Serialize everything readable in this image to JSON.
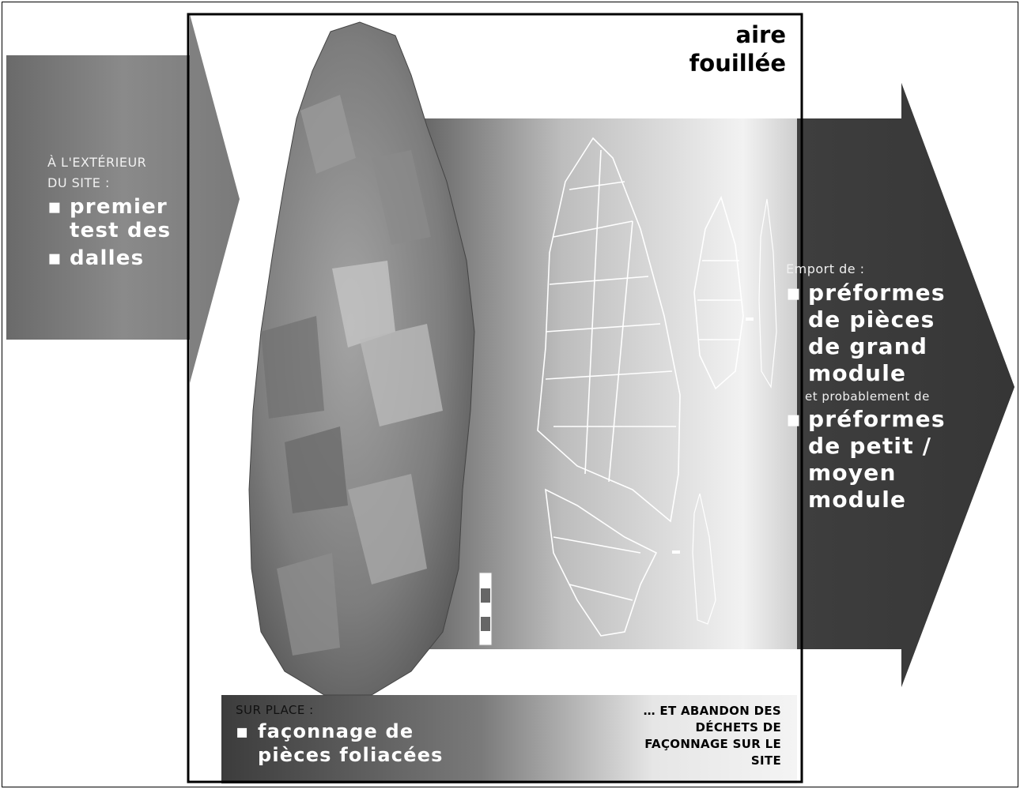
{
  "left_panel": {
    "heading_line1": "À L'EXTÉRIEUR",
    "heading_line2": "DU SITE :",
    "items": [
      "premier test des",
      "dalles"
    ],
    "item0_line1": "premier",
    "item0_line2": "test des"
  },
  "area_label": {
    "line1": "aire",
    "line2": "fouillée"
  },
  "right_panel": {
    "heading": "Emport de :",
    "item1_lines": [
      "préformes",
      "de pièces",
      "de grand",
      "module"
    ],
    "connector": "et probablement de",
    "item2_lines": [
      "préformes",
      "de petit /",
      "moyen",
      "module"
    ]
  },
  "bottom_panel": {
    "heading": "SUR PLACE :",
    "item_line1": "façonnage de",
    "item_line2": "pièces foliacées",
    "right_lines": [
      "… ET ABANDON DES",
      "DÉCHETS DE",
      "FAÇONNAGE SUR LE",
      "SITE"
    ]
  },
  "bullet_char": "▪"
}
